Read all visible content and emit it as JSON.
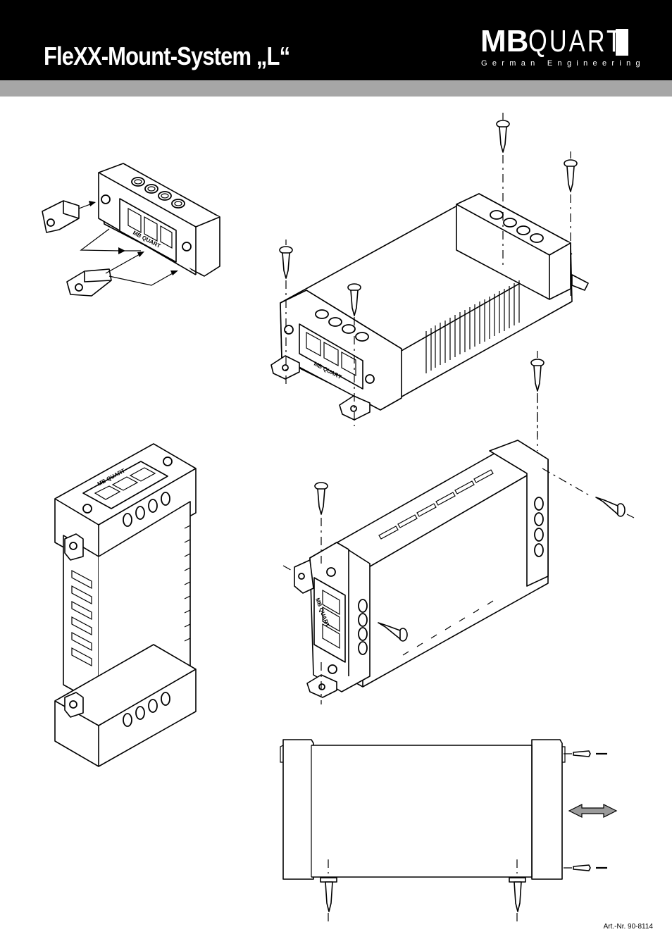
{
  "header": {
    "title": "FleXX-Mount-System „L“",
    "logo": {
      "brand_bold": "MB",
      "brand_light": "QUART",
      "tagline": "German Engineering"
    },
    "background_color": "#000000",
    "band_color": "#a6a6a6"
  },
  "figures": {
    "top_left": {
      "device_label": "MB QUART"
    },
    "top_right": {
      "device_label": "MB QUART"
    },
    "middle_left": {
      "device_label": "MB QUART"
    },
    "middle_right": {
      "device_label": "MB QUART"
    }
  },
  "footer": {
    "article_number": "Art.-Nr. 90-8114"
  }
}
